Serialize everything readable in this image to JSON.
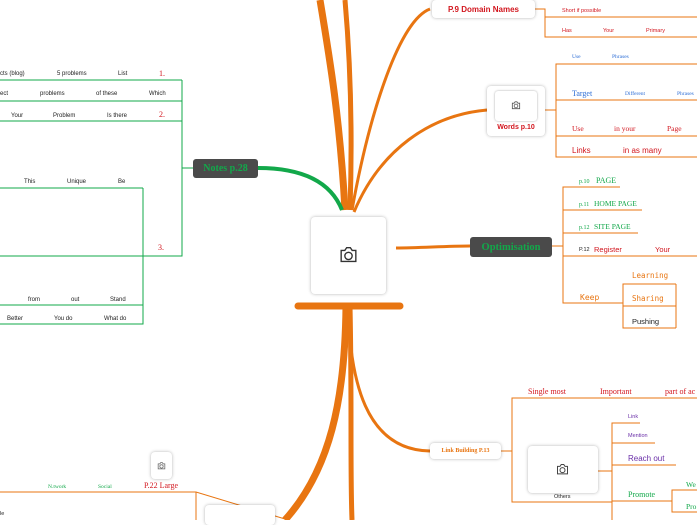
{
  "colors": {
    "orange": "#e87511",
    "green": "#12a84a",
    "red": "#d2161e",
    "blue": "#2f6fd6",
    "purple": "#6a2fa8",
    "dark": "#4a4a4a"
  },
  "central": {
    "icon": "camera-icon"
  },
  "notes": {
    "title": "Notes p.28",
    "row1": [
      "cts (blog)",
      "5 problems",
      "List",
      "1."
    ],
    "row2": [
      "ect",
      "problems",
      "of these",
      "Which"
    ],
    "row3": [
      "Your",
      "Problem",
      "Is there",
      "2."
    ],
    "row4": [
      "This",
      "Unique",
      "Be"
    ],
    "marker3": "3.",
    "row5": [
      "from",
      "out",
      "Stand"
    ],
    "row6": [
      "Better",
      "You do",
      "What do"
    ]
  },
  "domain": {
    "title": "P.9  Domain Names",
    "row1": "Short if possible",
    "row2": [
      "Has",
      "Your",
      "Primary"
    ]
  },
  "words": {
    "title": "Words p.10",
    "icon": "camera-icon",
    "row1": [
      "Use",
      "Phrases"
    ],
    "row2": [
      "Target",
      "Different",
      "Phrases"
    ],
    "row3": [
      "Use",
      "in your",
      "Page"
    ],
    "row4": [
      "Links",
      "in as many"
    ]
  },
  "optimisation": {
    "title": "Optimisation",
    "items": [
      {
        "prefix": "p.10",
        "label": "PAGE"
      },
      {
        "prefix": "p.11",
        "label": "HOME PAGE"
      },
      {
        "prefix": "p.12",
        "label": "SITE  PAGE"
      }
    ],
    "register": {
      "prefix": "P.12",
      "label": "Register",
      "extra": "Your"
    },
    "keep": "Keep",
    "keep_items": [
      "Learning",
      "Sharing",
      "Pushing"
    ]
  },
  "link_building": {
    "title": "Link Building P.13",
    "top": [
      "Single most",
      "Important",
      "part of ac"
    ],
    "others": "Others",
    "icon": "camera-icon",
    "items": [
      "Link",
      "Mention",
      "Reach out",
      "Promote"
    ],
    "promote_sub": [
      "We",
      "Pro"
    ]
  },
  "bottom_left": {
    "title": "P.22 Large",
    "icon": "camera-icon",
    "row1": [
      "N.twork",
      "Social"
    ],
    "edge": "le"
  }
}
